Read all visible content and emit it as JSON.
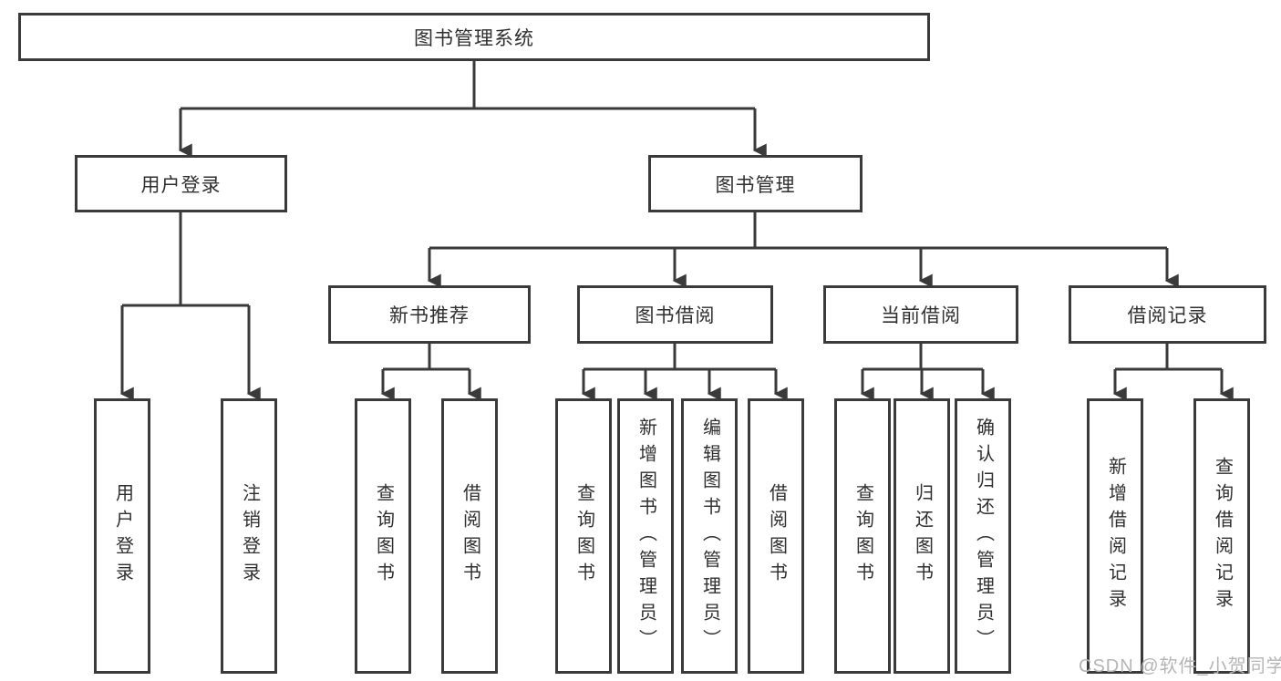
{
  "diagram_title": "图书管理系统",
  "nodes": {
    "root": "图书管理系统",
    "user_login": "用户登录",
    "book_management": "图书管理",
    "new_book_recommendation": "新书推荐",
    "book_borrowing": "图书借阅",
    "current_borrowing": "当前借阅",
    "borrowing_records": "借阅记录"
  },
  "leaves": [
    {
      "label": "用户登录"
    },
    {
      "label": "注销登录"
    },
    {
      "label": "查询图书"
    },
    {
      "label": "借阅图书"
    },
    {
      "label": "查询图书"
    },
    {
      "label": "新增图书（管理员）"
    },
    {
      "label": "编辑图书（管理员）"
    },
    {
      "label": "借阅图书"
    },
    {
      "label": "查询图书"
    },
    {
      "label": "归还图书"
    },
    {
      "label": "确认归还（管理员）"
    },
    {
      "label": "新增借阅记录"
    },
    {
      "label": "查询借阅记录"
    }
  ],
  "watermark": "CSDN @软件_小贺同学",
  "colors": {
    "line": "#3a3a3a",
    "text": "#2f2f2f",
    "watermark": "#b5b5b5",
    "background": "#ffffff"
  }
}
